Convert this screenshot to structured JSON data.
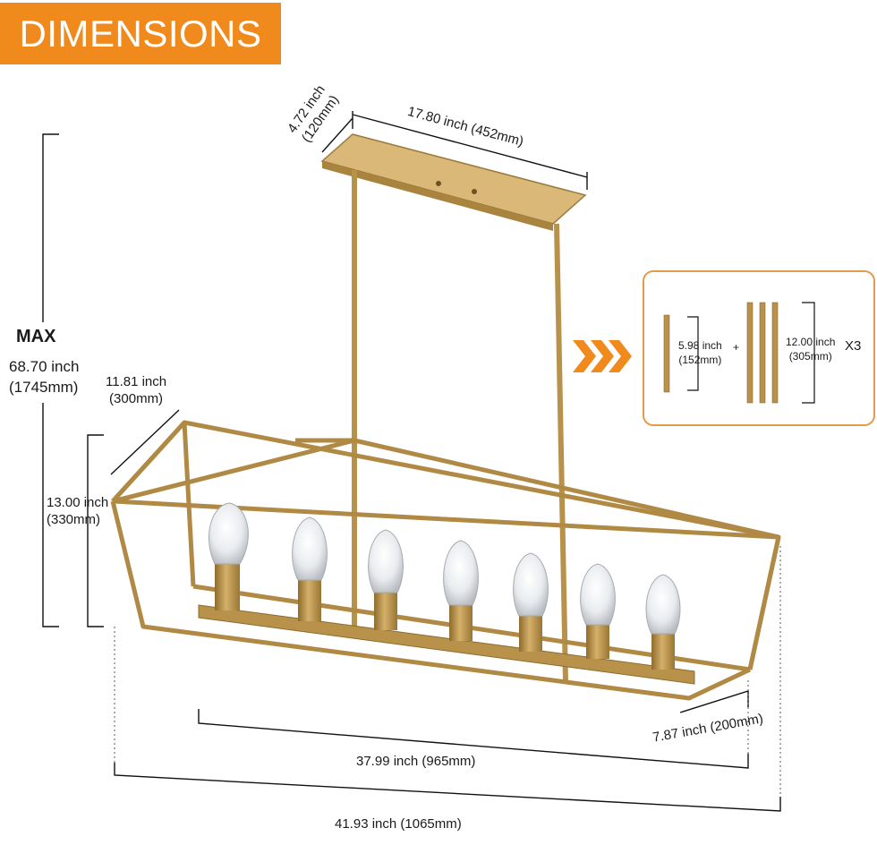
{
  "banner": {
    "title": "DIMENSIONS"
  },
  "dimensions": {
    "canopy_depth": {
      "inch": "4.72 inch",
      "mm": "(120mm)"
    },
    "canopy_length": {
      "text": "17.80 inch (452mm)"
    },
    "max_height": {
      "label": "MAX",
      "inch": "68.70 inch",
      "mm": "(1745mm)"
    },
    "cage_depth": {
      "inch": "11.81 inch",
      "mm": "(300mm)"
    },
    "cage_height": {
      "inch": "13.00 inch",
      "mm": "(330mm)"
    },
    "bottom_width": {
      "text": "7.87 inch (200mm)"
    },
    "inner_length": {
      "text": "37.99 inch (965mm)"
    },
    "total_length": {
      "text": "41.93 inch (1065mm)"
    }
  },
  "rods": {
    "short_rod": {
      "inch": "5.98 inch",
      "mm": "(152mm)"
    },
    "plus": "+",
    "long_rod": {
      "inch": "12.00 inch",
      "mm": "(305mm)"
    },
    "multiplier": "X3"
  },
  "colors": {
    "accent": "#f08a1c",
    "brass": "#b8924a",
    "brass_dark": "#8f6c2c",
    "inset_border": "#e39a4a"
  },
  "icons": {
    "arrows": "triple-chevron-right-icon"
  }
}
